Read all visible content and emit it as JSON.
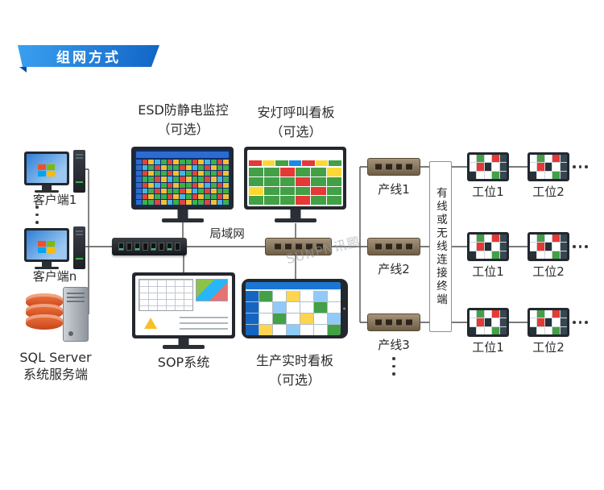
{
  "ribbon": {
    "label": "组网方式",
    "color": "#1668c9"
  },
  "watermark": {
    "text": "SUNPN讯鹏"
  },
  "clients": {
    "client1_label": "客户端1",
    "clientn_label": "客户端n",
    "dots": "⋮"
  },
  "server": {
    "line1": "SQL Server",
    "line2": "系统服务端"
  },
  "esd": {
    "title": "ESD防静电监控",
    "subtitle": "（可选）"
  },
  "andon": {
    "title": "安灯呼叫看板",
    "subtitle": "（可选）"
  },
  "lan": {
    "label": "局域网"
  },
  "sop": {
    "title": "SOP系统"
  },
  "tablet": {
    "title": "生产实时看板",
    "subtitle": "（可选）"
  },
  "lines": {
    "l1": "产线1",
    "l2": "产线2",
    "l3": "产线3",
    "dots": "⋮"
  },
  "connect_box": {
    "text": "有线或无线连接终端"
  },
  "stations": {
    "row1": {
      "s1": "工位1",
      "s2": "工位2",
      "dots": "···"
    },
    "row2": {
      "s1": "工位1",
      "s2": "工位2",
      "dots": "···"
    },
    "row3": {
      "s1": "工位1",
      "s2": "工位2",
      "dots": "···"
    }
  },
  "wire_color": "#4f4f4f",
  "screen_art": {
    "esd": {
      "label_color": "#2d6bd0",
      "bg": "#0c2e6b",
      "palette": [
        "#3fae4c",
        "#e0453a",
        "#f2c037",
        "#45b6e0",
        "#3fae4c",
        "#e0453a",
        "#f2c037",
        "#3fae4c"
      ]
    },
    "andon": {
      "header": "#1565c0",
      "ok": "#43a047",
      "alert": "#e53935",
      "warn": "#fdd835",
      "chips": [
        "#e53935",
        "#fdd835",
        "#43a047",
        "#1e88e5",
        "#e53935",
        "#fdd835",
        "#43a047"
      ]
    },
    "tablet": {
      "header": "#1976d2",
      "label_color": "#1565c0",
      "grid_bg": "#b0bec5",
      "palette": [
        "#ffffff",
        "#43a047",
        "#ffffff",
        "#ffd54f",
        "#ffffff",
        "#90caf9",
        "#ffffff"
      ]
    },
    "station": {
      "grid_bg": "#cfd6dc",
      "side": "#37474f",
      "palette": [
        "#ffffff",
        "#43a047",
        "#ffffff",
        "#e53935",
        "#263238",
        "#ffffff"
      ]
    }
  }
}
